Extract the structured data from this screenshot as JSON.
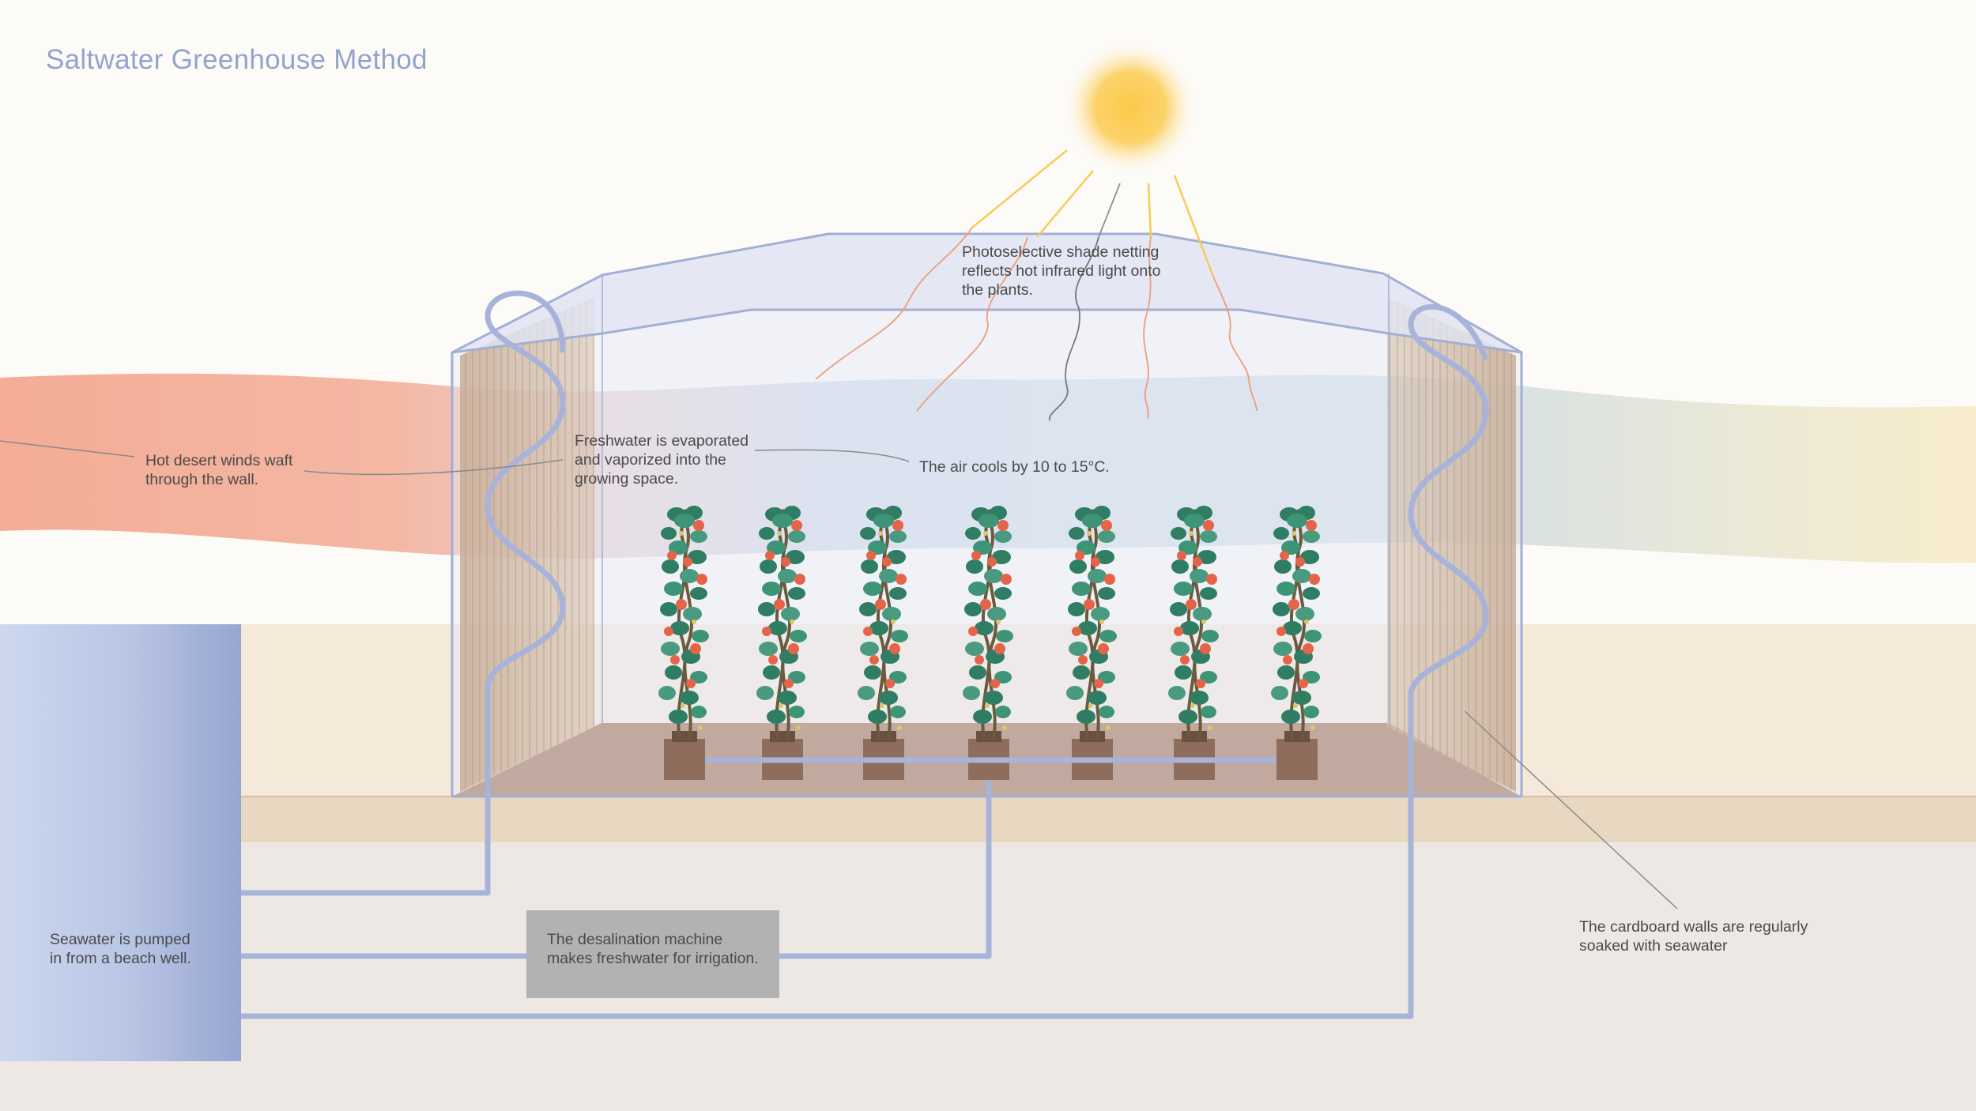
{
  "title": "Saltwater Greenhouse Method",
  "labels": {
    "shade_netting": "Photoselective shade netting\nreflects hot infrared light onto\nthe plants.",
    "desert_winds": "Hot desert winds waft\nthrough the wall.",
    "freshwater_evaporated": "Freshwater is evaporated\nand vaporized into the\ngrowing space.",
    "air_cools": "The air cools by 10 to 15°C.",
    "seawater_pumped": "Seawater is pumped\nin from a beach well.",
    "desalination": "The desalination machine\nmakes freshwater for irrigation.",
    "cardboard_walls": "The cardboard walls are regularly\nsoaked with seawater"
  },
  "colors": {
    "title": "#93a3cc",
    "pipe": "#a7b3d9",
    "hot_wind": "#f2a990",
    "cool_air": "#bcd2e6",
    "sun": "#fbd060",
    "desalination_box": "#b2b2b2",
    "soil": "#e8d8c2",
    "greenhouse_floor": "#bea59c",
    "plant_leaf": "#2f7d63",
    "tomato": "#e4644a"
  },
  "plants": {
    "count": 7
  }
}
